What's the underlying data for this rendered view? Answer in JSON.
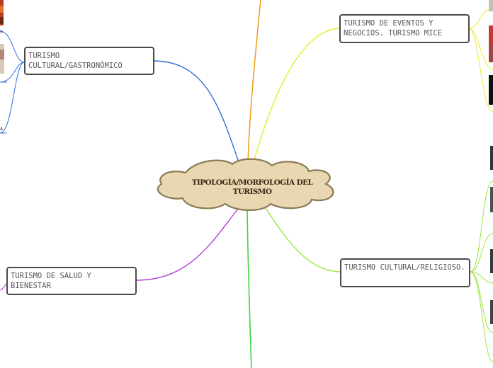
{
  "map": {
    "central_topic": "TIPOLOGÍA/MORFOLOGÍA DEL TURISMO",
    "branches": [
      {
        "label": "TURISMO CULTURAL/GASTRONÓMICO",
        "color": "#2f6fe0"
      },
      {
        "label": "TURISMO DE EVENTOS Y NEGOCIOS. TURISMO MICE",
        "color": "#e8ea2a"
      },
      {
        "label": "TURISMO CULTURAL/RELIGIOSO.",
        "color": "#9be63a"
      },
      {
        "label": "TURISMO DE SALUD Y BIENESTAR",
        "color": "#b23fd6"
      },
      {
        "label": "",
        "color": "#f0a020"
      },
      {
        "label": "",
        "color": "#3fd43f"
      }
    ],
    "edge_fragments": {
      "left_top": "S",
      "left_mid": "A"
    },
    "colors": {
      "cloud_fill": "#e8d7b0",
      "cloud_stroke": "#8a7a55",
      "node_border": "#4a4a4a"
    }
  }
}
